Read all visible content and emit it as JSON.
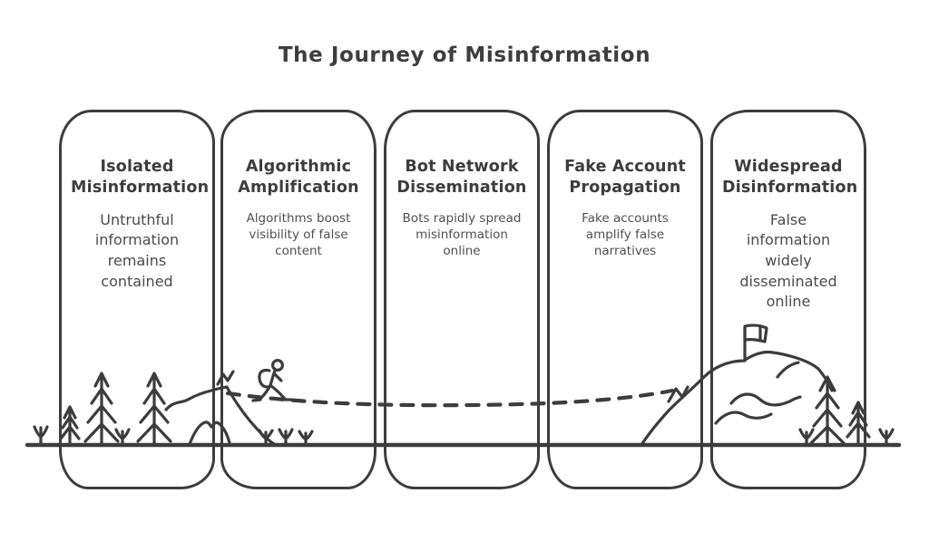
{
  "page": {
    "title": "The Journey of Misinformation",
    "background_color": "#ffffff",
    "ink_color": "#3c3c3c"
  },
  "stages": [
    {
      "title": "Isolated\nMisinformation",
      "description": "Untruthful\ninformation\nremains\ncontained"
    },
    {
      "title": "Algorithmic\nAmplification",
      "description": "Algorithms boost\nvisibility of false\ncontent"
    },
    {
      "title": "Bot Network\nDissemination",
      "description": "Bots rapidly spread\nmisinformation\nonline"
    },
    {
      "title": "Fake Account\nPropagation",
      "description": "Fake accounts\namplify false\nnarratives"
    },
    {
      "title": "Widespread\nDisinformation",
      "description": "False\ninformation\nwidely\ndisseminated\nonline"
    }
  ],
  "illustration": {
    "scene": "hand-drawn journey: hiker leaves forest hill, follows dashed trail, reaches mountain summit with flag",
    "elements": [
      "ground-line",
      "sprout-icon",
      "pine-tree-icon",
      "hill",
      "rock-cairn-icon",
      "hiker-icon",
      "dashed-trail",
      "mountain-icon",
      "summit-flag-icon"
    ]
  }
}
